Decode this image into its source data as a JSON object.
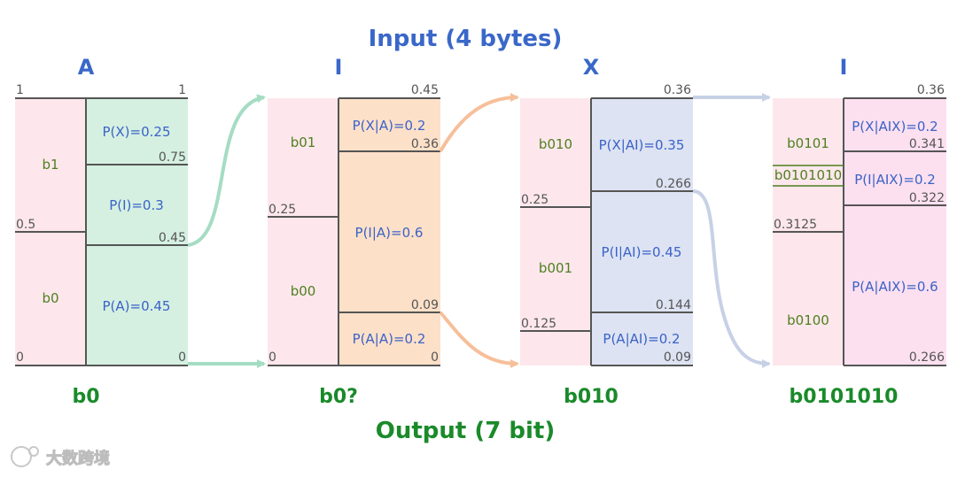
{
  "header": {
    "title": "Input (4 bytes)",
    "title_color": "#3a67c9"
  },
  "footer": {
    "title": "Output (7 bit)",
    "title_color": "#1a8a2a"
  },
  "watermark": {
    "text": "大数跨境"
  },
  "colors": {
    "binary_fill": "#fde7ec",
    "outline": "#555555",
    "column_title": "#3a67c9",
    "output_label": "#1a8a2a",
    "binary_text": "#4f7f1f",
    "prob_text": "#3b62c8",
    "stage_fills": [
      "#d5f0e1",
      "#fde0c8",
      "#dde3f2",
      "#fce0ef"
    ],
    "arrows": [
      "#a5dcc4",
      "#f6bf9a",
      "#c7d1e6"
    ]
  },
  "stages": [
    {
      "symbol": "A",
      "output": "b0",
      "left_edge": {
        "top": "1",
        "bottom": "0"
      },
      "right_edge": {
        "top": "1",
        "bottom": "0"
      },
      "binary": [
        {
          "label": "b1",
          "value_label": "0.5"
        },
        {
          "label": "b0",
          "value_label": ""
        }
      ],
      "probs": [
        {
          "label": "P(X)=0.25",
          "lower": "0.75"
        },
        {
          "label": "P(I)=0.3",
          "lower": "0.45"
        },
        {
          "label": "P(A)=0.45",
          "lower": ""
        }
      ]
    },
    {
      "symbol": "I",
      "output": "b0?",
      "left_edge": {
        "top": "",
        "bottom": "0"
      },
      "right_edge": {
        "top": "0.45",
        "bottom": "0"
      },
      "binary": [
        {
          "label": "b01",
          "value_label": "0.25"
        },
        {
          "label": "b00",
          "value_label": ""
        }
      ],
      "probs": [
        {
          "label": "P(X|A)=0.2",
          "lower": "0.36"
        },
        {
          "label": "P(I|A)=0.6",
          "lower": "0.09"
        },
        {
          "label": "P(A|A)=0.2",
          "lower": ""
        }
      ]
    },
    {
      "symbol": "X",
      "output": "b010",
      "left_edge": {
        "top": "",
        "bottom": ""
      },
      "right_edge": {
        "top": "0.36",
        "bottom": "0.09"
      },
      "binary": [
        {
          "label": "b010",
          "value_label": "0.25"
        },
        {
          "label": "b001",
          "value_label": "0.125"
        },
        {
          "label": "",
          "value_label": ""
        }
      ],
      "probs": [
        {
          "label": "P(X|AI)=0.35",
          "lower": "0.266"
        },
        {
          "label": "P(I|AI)=0.45",
          "lower": "0.144"
        },
        {
          "label": "P(A|AI)=0.2",
          "lower": ""
        }
      ]
    },
    {
      "symbol": "I",
      "output": "b0101010",
      "left_edge": {
        "top": "",
        "bottom": ""
      },
      "right_edge": {
        "top": "0.36",
        "bottom": "0.266"
      },
      "binary": [
        {
          "label": "b0101",
          "value_label": ""
        },
        {
          "label": "b0101010",
          "value_label": "0.3125"
        },
        {
          "label": "b0100",
          "value_label": ""
        }
      ],
      "probs": [
        {
          "label": "P(X|AIX)=0.2",
          "lower": "0.341"
        },
        {
          "label": "P(I|AIX)=0.2",
          "lower": "0.322"
        },
        {
          "label": "P(A|AIX)=0.6",
          "lower": ""
        }
      ]
    }
  ]
}
